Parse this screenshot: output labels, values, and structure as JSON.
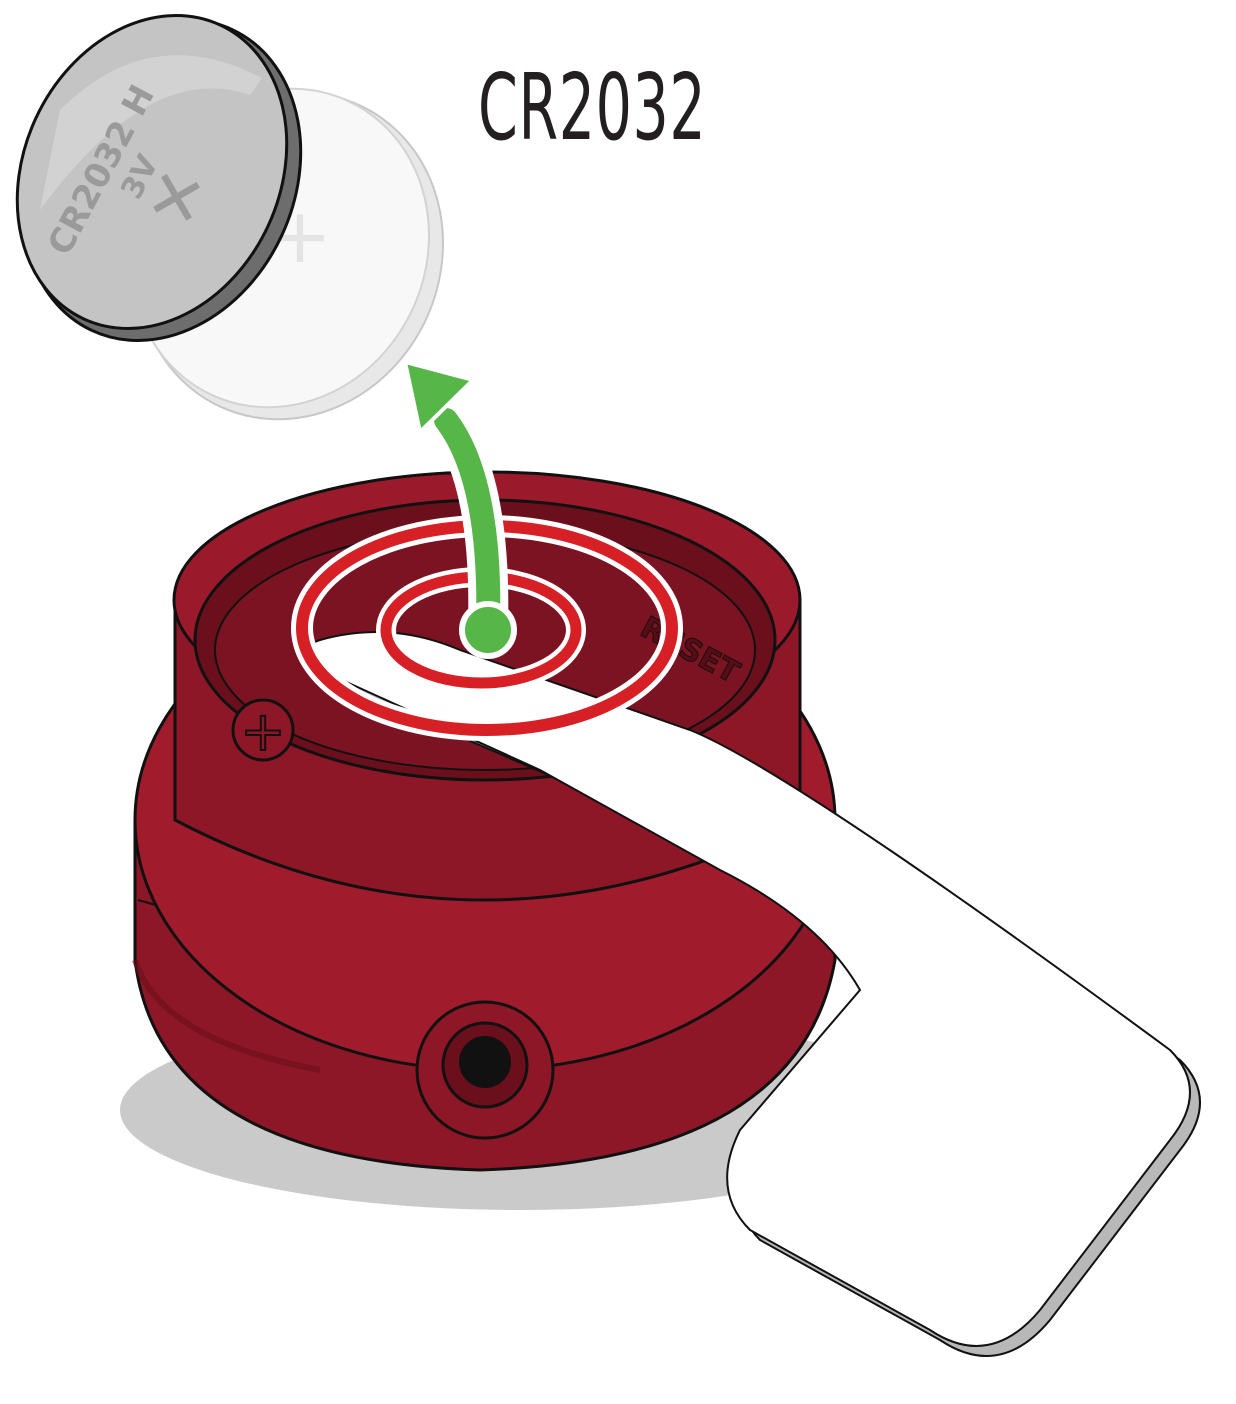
{
  "figure": {
    "title": "CR2032",
    "battery": {
      "model_text": "CR2032 H",
      "voltage_text": "3V",
      "terminal_symbol": "+"
    },
    "housing": {
      "reset_label": "RESET",
      "plus_symbol": "+"
    },
    "colors": {
      "housing": "#8d1726",
      "housing_dark": "#6a0f1b",
      "target_rings": "#d71f26",
      "arrow": "#56b647",
      "battery_metal": "#c9c9c9",
      "outline": "#111111"
    },
    "icons": [
      "battery-icon",
      "ghost-battery-icon",
      "removal-arrow-icon",
      "target-rings-icon",
      "pry-tool-icon",
      "battery-housing-icon"
    ]
  }
}
